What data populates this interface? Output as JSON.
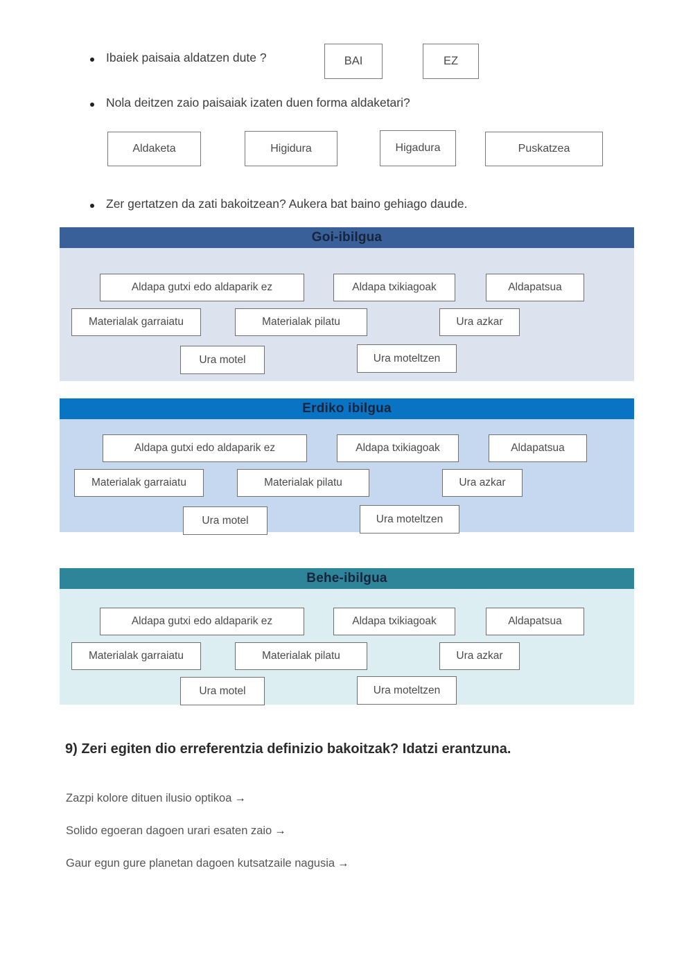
{
  "questions": [
    {
      "bullet_text": "Ibaiek paisaia aldatzen dute ?",
      "options": [
        "BAI",
        "EZ"
      ]
    },
    {
      "bullet_text": "Nola deitzen zaio paisaiak izaten duen forma aldaketari?",
      "options": [
        "Aldaketa",
        "Higidura",
        "Higadura",
        "Puskatzea"
      ]
    },
    {
      "bullet_text": "Zer gertatzen da zati bakoitzean? Aukera bat baino gehiago daude."
    }
  ],
  "panels": [
    {
      "title": "Goi-ibilgua",
      "header_color": "#3a6099",
      "body_color": "#dce3ef",
      "chips": [
        "Aldapa gutxi edo aldaparik ez",
        "Aldapa txikiagoak",
        "Aldapatsua",
        "Materialak garraiatu",
        "Materialak pilatu",
        "Ura azkar",
        "Ura motel",
        "Ura moteltzen"
      ]
    },
    {
      "title": "Erdiko ibilgua",
      "header_color": "#0a74c4",
      "body_color": "#c5d8f0",
      "chips": [
        "Aldapa gutxi edo aldaparik ez",
        "Aldapa txikiagoak",
        "Aldapatsua",
        "Materialak garraiatu",
        "Materialak pilatu",
        "Ura azkar",
        "Ura motel",
        "Ura moteltzen"
      ]
    },
    {
      "title": "Behe-ibilgua",
      "header_color": "#2e8499",
      "body_color": "#dceef2",
      "chips": [
        "Aldapa gutxi edo aldaparik ez",
        "Aldapa txikiagoak",
        "Aldapatsua",
        "Materialak garraiatu",
        "Materialak pilatu",
        "Ura azkar",
        "Ura motel",
        "Ura moteltzen"
      ]
    }
  ],
  "final_section": {
    "heading": "9)  Zeri egiten dio erreferentzia definizio bakoitzak? Idatzi erantzuna.",
    "arrow": "→",
    "definitions": [
      "Zazpi kolore dituen ilusio optikoa",
      "Solido egoeran dagoen urari esaten zaio",
      "Gaur egun gure planetan dagoen kutsatzaile nagusia"
    ]
  }
}
